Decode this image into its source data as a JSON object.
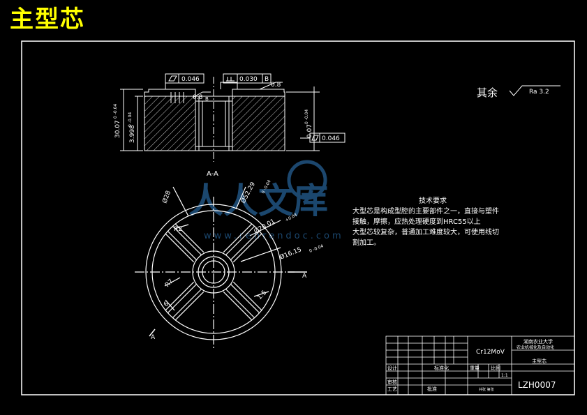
{
  "page": {
    "title": "主型芯"
  },
  "drawing": {
    "section_view_label": "A-A",
    "cut_marker": "A",
    "surface_note_prefix": "其余",
    "surface_roughness": "Ra 3.2",
    "tolerances": {
      "flatness_top": "0.046",
      "parallelism": "0.030",
      "datum": "B",
      "flatness_side": "0.046"
    },
    "dimensions": {
      "height_total": "30.07",
      "height_total_tol": "0 -0.04",
      "height_inner": "3.998",
      "height_inner_tol": "0 -0.04",
      "height_right": "0.07",
      "height_right_tol": "0 -0.04",
      "chamfer_a": "0.8",
      "chamfer_b": "0.8",
      "dia_top_left": "Ø28",
      "dia_outer": "Ø52.29",
      "dia_outer_tol": "0 -0.04",
      "dia_mid": "Ø20.01",
      "dia_mid_tol": "+0.04",
      "dia_bore": "Ø16.15",
      "dia_bore_tol": "0 -0.04",
      "radius_a": "R2",
      "radius_b": "R7",
      "width_a": "6",
      "width_b": "1.5"
    }
  },
  "notes": {
    "heading": "技术要求",
    "lines": [
      "大型芯是构成型腔的主要部件之一，直接与塑件",
      "接触，摩擦，应热处理硬度到HRC55以上",
      "大型芯较复杂，普通加工难度较大，可使用线切",
      "割加工。"
    ]
  },
  "title_block": {
    "material": "Cr12MoV",
    "school_line1": "湖南农业大学",
    "school_line2": "农业机械化及自动化",
    "part_name": "主型芯",
    "drawing_number": "LZH0007",
    "design_label": "设计",
    "standard_label": "标准化",
    "review_label": "审核",
    "process_label": "工艺",
    "approve_label": "批准",
    "weight_label": "重量",
    "scale_label": "比例",
    "scale_value": "1:1",
    "sheet_text": "共张 第张"
  },
  "watermark": {
    "text": "人人文库",
    "url": "www.renrendoc.com"
  },
  "colors": {
    "background": "#000000",
    "line": "#ffffff",
    "title": "#ffff00",
    "watermark": "#1f4f7a"
  }
}
